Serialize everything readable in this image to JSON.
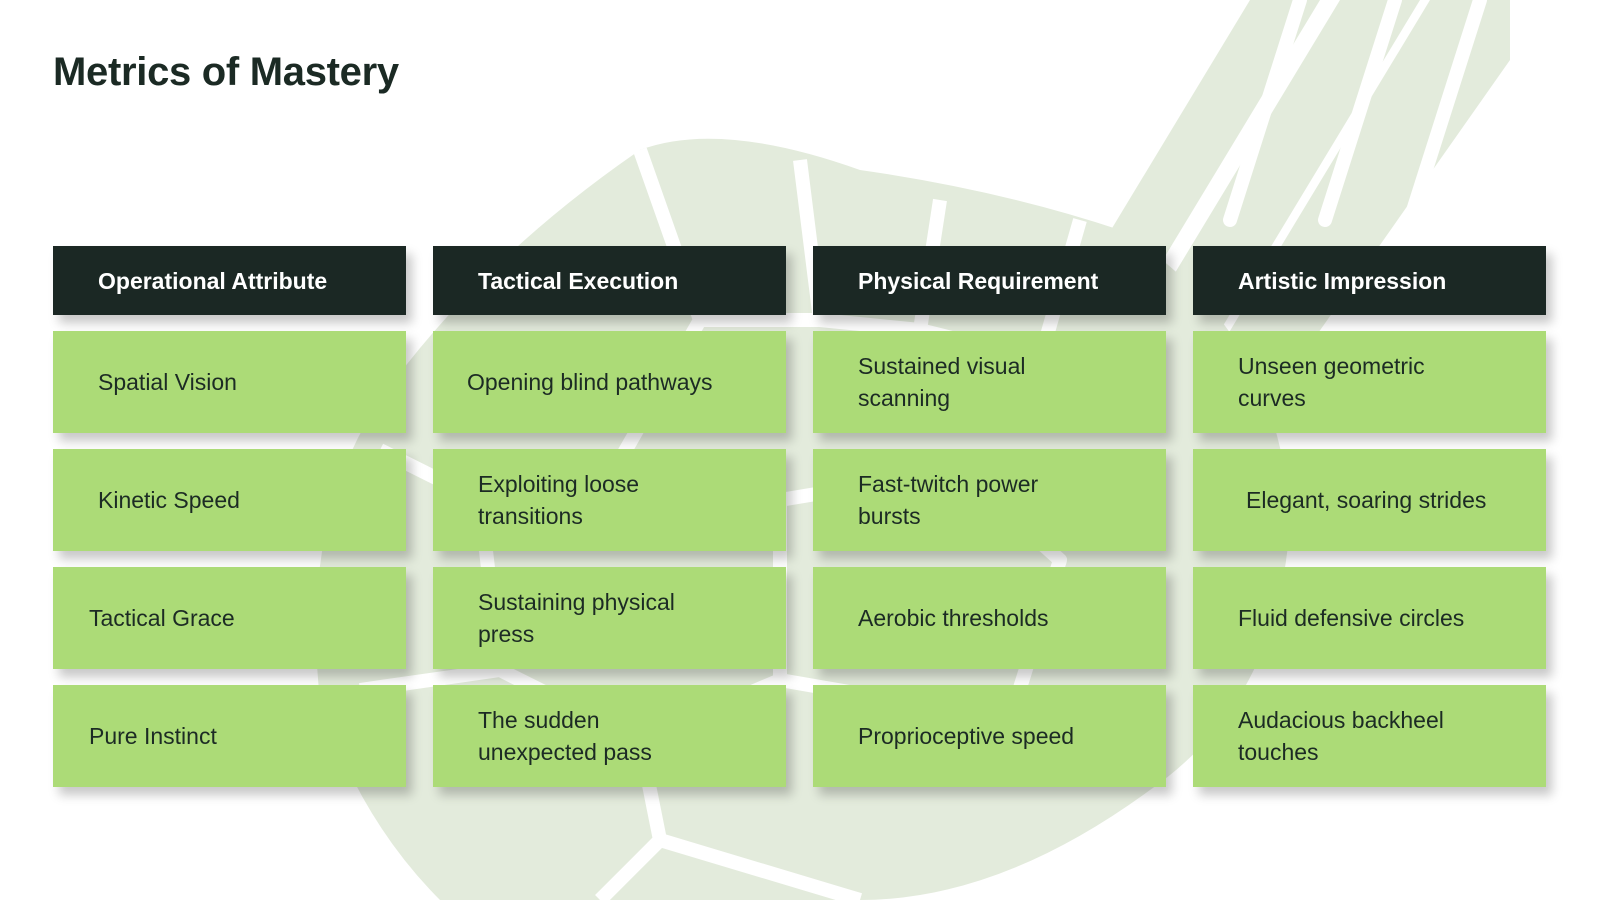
{
  "slide": {
    "title": "Metrics of Mastery"
  },
  "table": {
    "headers": [
      "Operational Attribute",
      "Tactical Execution",
      "Physical Requirement",
      "Artistic Impression"
    ],
    "rows": [
      [
        "Spatial Vision",
        "Opening blind pathways",
        "Sustained visual scanning",
        "Unseen geometric curves"
      ],
      [
        "Kinetic Speed",
        "Exploiting loose transitions",
        "Fast-twitch power bursts",
        "Elegant, soaring strides"
      ],
      [
        "Tactical Grace",
        "Sustaining physical press",
        "Aerobic thresholds",
        "Fluid defensive circles"
      ],
      [
        "Pure Instinct",
        "The sudden unexpected pass",
        "Proprioceptive speed",
        "Audacious backheel touches"
      ]
    ]
  },
  "colors": {
    "header_bg": "#1b2824",
    "cell_bg": "#acdb77",
    "background_art": "#e3ebdc",
    "title": "#1b2a24"
  },
  "background_art": {
    "icon": "soccer-ball-and-stripes-watermark"
  }
}
